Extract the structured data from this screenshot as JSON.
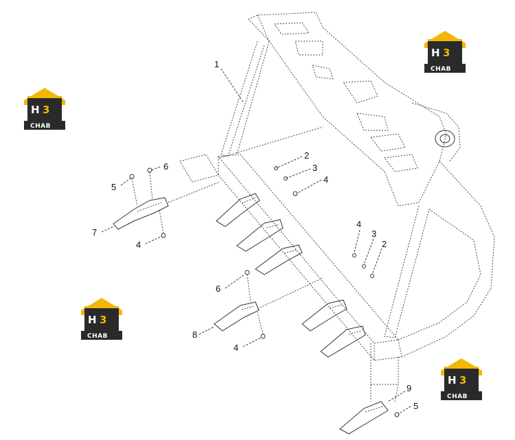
{
  "watermark": {
    "logo_letters": "H3",
    "logo_caption": "CHAB",
    "colors": {
      "roof": "#f2b705",
      "body": "#2a2a2a"
    }
  },
  "callouts": [
    {
      "id": "c1",
      "text": "1"
    },
    {
      "id": "c2a",
      "text": "2"
    },
    {
      "id": "c3a",
      "text": "3"
    },
    {
      "id": "c4a",
      "text": "4"
    },
    {
      "id": "c5a",
      "text": "5"
    },
    {
      "id": "c6a",
      "text": "6"
    },
    {
      "id": "c7",
      "text": "7"
    },
    {
      "id": "c4b",
      "text": "4"
    },
    {
      "id": "c4c",
      "text": "4"
    },
    {
      "id": "c3b",
      "text": "3"
    },
    {
      "id": "c2b",
      "text": "2"
    },
    {
      "id": "c6b",
      "text": "6"
    },
    {
      "id": "c8",
      "text": "8"
    },
    {
      "id": "c4d",
      "text": "4"
    },
    {
      "id": "c9",
      "text": "9"
    },
    {
      "id": "c5b",
      "text": "5"
    }
  ]
}
